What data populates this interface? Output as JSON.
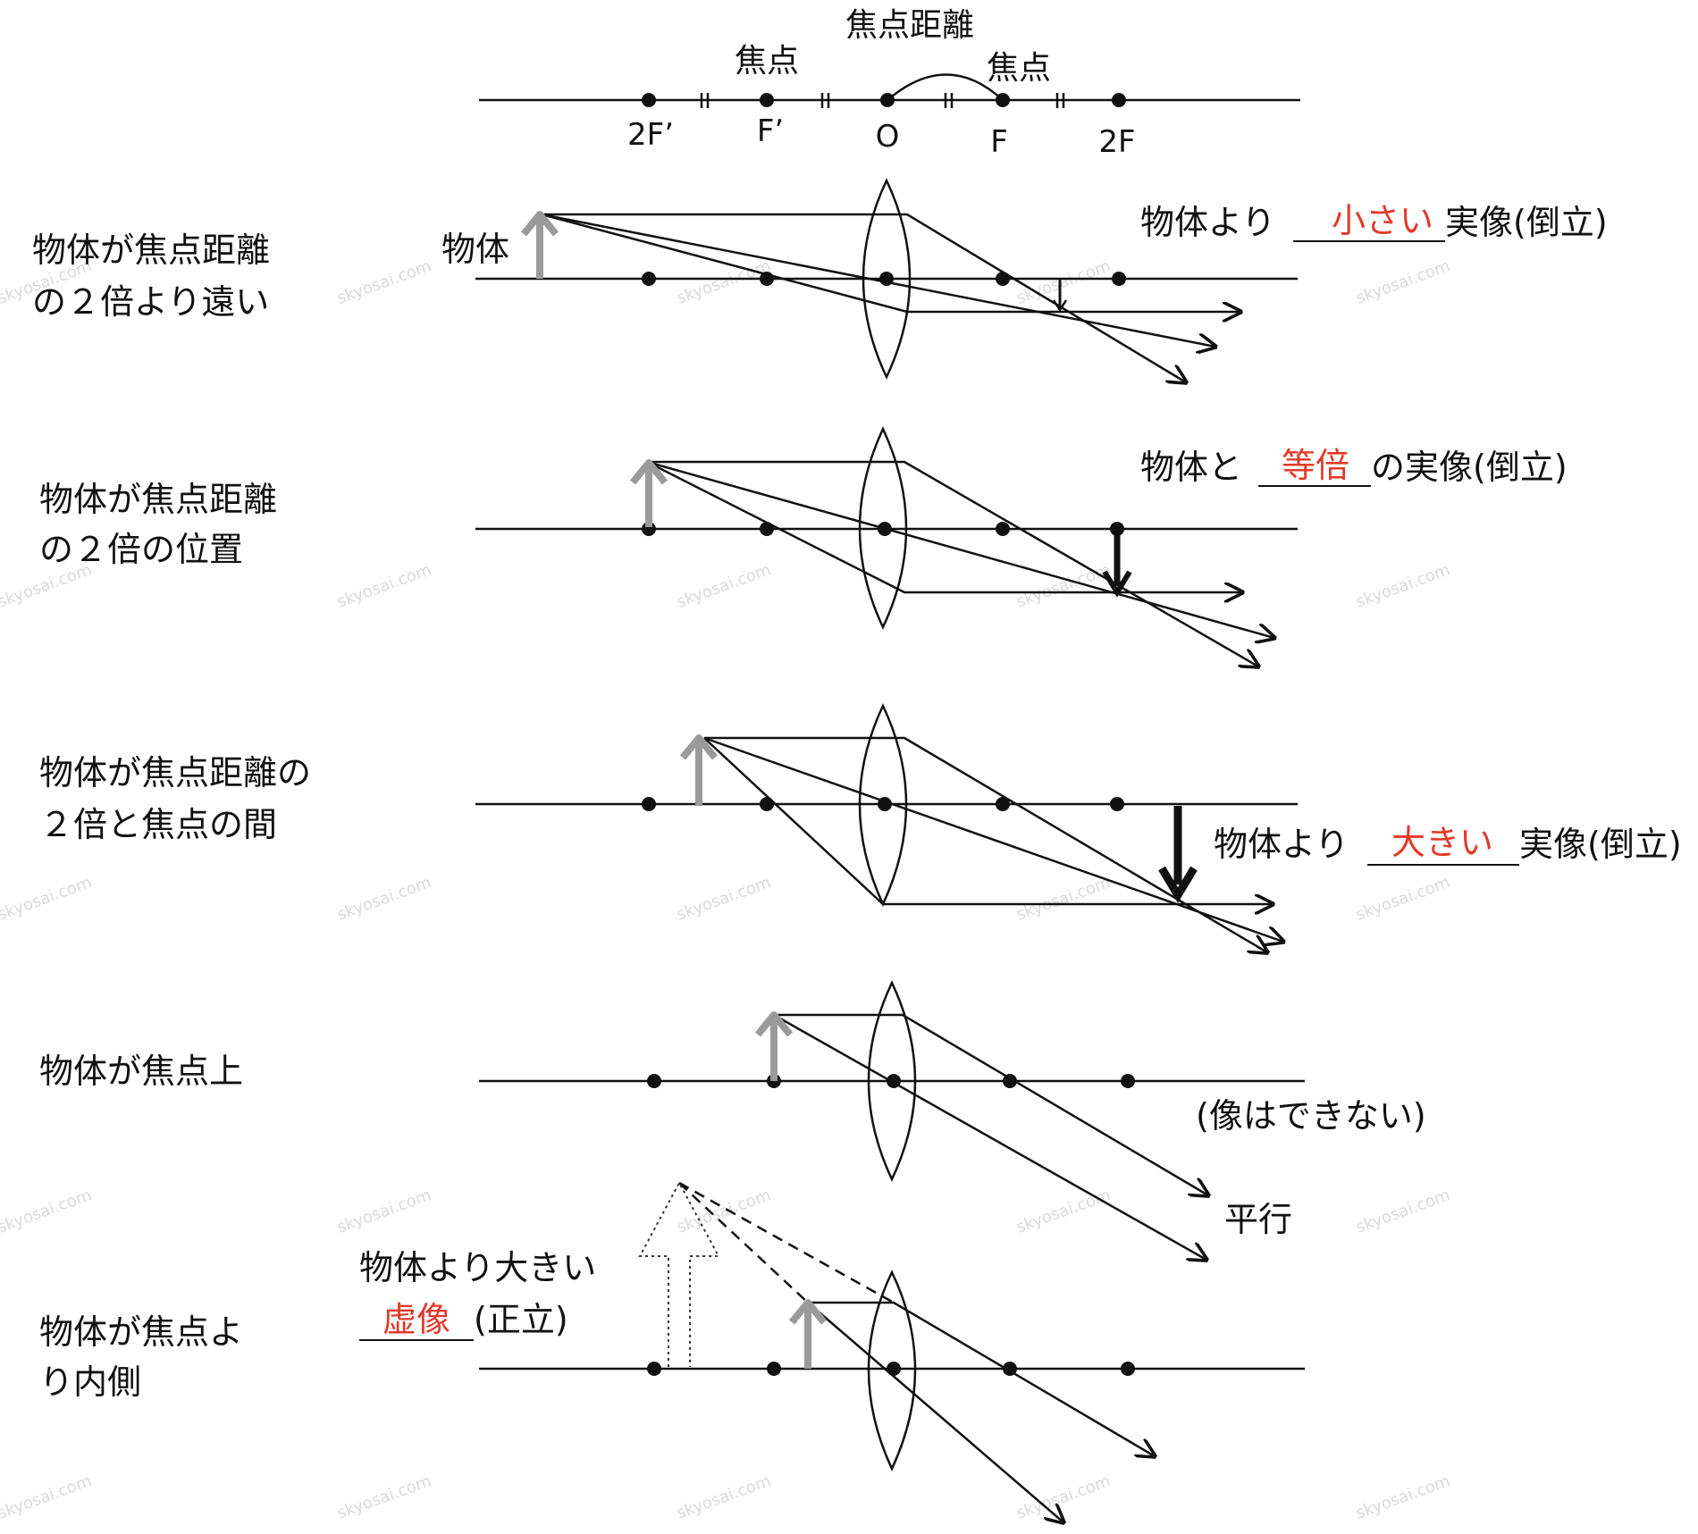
{
  "colors": {
    "line": "#111111",
    "object": "#9a9a9a",
    "answer": "#e03a2a",
    "watermark": "#d9d9d9"
  },
  "header": {
    "focal_length": "焦点距離",
    "focus_left": "焦点",
    "focus_right": "焦点",
    "points": {
      "p2f_left": "2F’",
      "pf_left": "F’",
      "po": "O",
      "pf_right": "F",
      "p2f_right": "2F"
    }
  },
  "object_label": "物体",
  "parallel_label": "平行",
  "watermark": "skyosai.com",
  "cases": [
    {
      "left_line1": "物体が焦点距離",
      "left_line2": "の２倍より遠い",
      "result_pre": "物体より",
      "answer": "小さい",
      "result_post": "実像(倒立)"
    },
    {
      "left_line1": "物体が焦点距離",
      "left_line2": "の２倍の位置",
      "result_pre": "物体と",
      "answer": "等倍",
      "result_post": "の実像(倒立)"
    },
    {
      "left_line1": "物体が焦点距離の",
      "left_line2": "２倍と焦点の間",
      "result_pre": "物体より",
      "answer": "大きい",
      "result_post": "実像(倒立)"
    },
    {
      "left_line1": "物体が焦点上",
      "left_line2": "",
      "result_pre": "",
      "answer": "",
      "result_post": "(像はできない)"
    },
    {
      "left_line1": "物体が焦点よ",
      "left_line2": "り内側",
      "result_pre": "物体より大きい",
      "answer": "虚像",
      "result_post": "(正立)"
    }
  ]
}
